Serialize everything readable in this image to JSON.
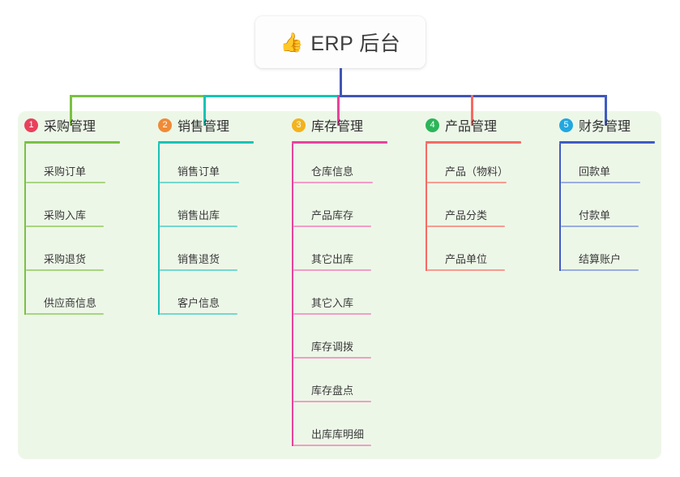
{
  "diagram": {
    "title": "ERP 后台",
    "root": {
      "icon": "thumbs-up-icon",
      "emoji": "👍",
      "label": "ERP 后台"
    },
    "panel_color": "#edf7e8",
    "trunk_color": "#4055b6",
    "columns": [
      {
        "number": "1",
        "title": "采购管理",
        "badge_color": "#e8415b",
        "line_color": "#7ac143",
        "item_line_color": "#a8d57f",
        "bus_color": "#7ac143",
        "items": [
          "采购订单",
          "采购入库",
          "采购退货",
          "供应商信息"
        ]
      },
      {
        "number": "2",
        "title": "销售管理",
        "badge_color": "#f08a36",
        "line_color": "#16c3b5",
        "item_line_color": "#74d8cd",
        "bus_color": "#16c3b5",
        "items": [
          "销售订单",
          "销售出库",
          "销售退货",
          "客户信息"
        ]
      },
      {
        "number": "3",
        "title": "库存管理",
        "badge_color": "#f3b31c",
        "line_color": "#e8439b",
        "item_line_color": "#f09ec6",
        "bus_color": "#4055b6",
        "items": [
          "仓库信息",
          "产品库存",
          "其它出库",
          "其它入库",
          "库存调拨",
          "库存盘点",
          "出库库明细"
        ]
      },
      {
        "number": "4",
        "title": "产品管理",
        "badge_color": "#2bb559",
        "line_color": "#f76a61",
        "item_line_color": "#f79c92",
        "bus_color": "#4055b6",
        "items": [
          "产品（物料）",
          "产品分类",
          "产品单位"
        ]
      },
      {
        "number": "5",
        "title": "财务管理",
        "badge_color": "#22a7e0",
        "line_color": "#3f5bc4",
        "item_line_color": "#9aaede",
        "bus_color": "#4055b6",
        "items": [
          "回款单",
          "付款单",
          "结算账户"
        ]
      }
    ]
  }
}
